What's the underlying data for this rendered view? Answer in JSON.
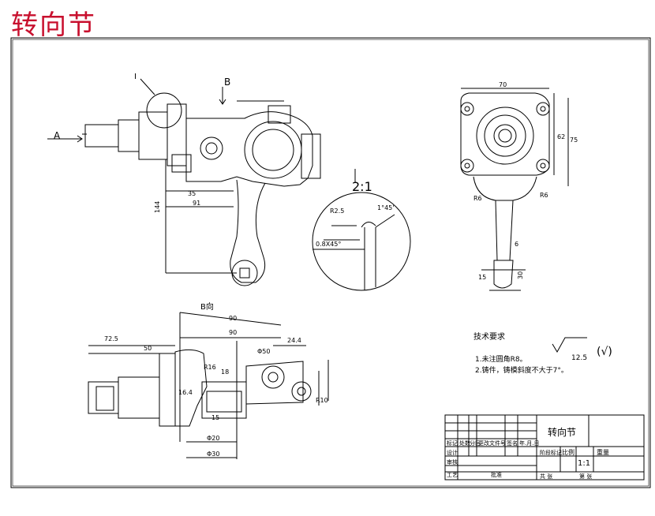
{
  "header": {
    "title": "转向节",
    "title_color": "#c8102e"
  },
  "views": {
    "arrow_a": "A",
    "arrow_b": "B",
    "view_b_label": "B向",
    "section_callout": "I",
    "detail_scale": "2:1"
  },
  "dimensions": {
    "top_70": "70",
    "right_62": "62",
    "right_75": "75",
    "r6_left": "R6",
    "r6_right": "R6",
    "pos_6": "6",
    "dim_35": "35",
    "dim_91": "91",
    "dim_144": "144",
    "dim_72_5": "72.5",
    "dim_50": "50",
    "dim_90": "90",
    "dim_24_4": "24.4",
    "r16": "R16",
    "r10": "R10",
    "r2_5": "R2.5",
    "phi30": "Φ30",
    "phi20": "Φ20",
    "phi50": "Φ50",
    "dim_16_4": "16.4",
    "dim_18": "18",
    "dim_15": "15",
    "chamfer": "1°45'",
    "detail_08": "0.8X45°",
    "dim_15b": "15",
    "dim_30": "30"
  },
  "notes": {
    "heading": "技术要求",
    "item1": "1.未注圆角R8。",
    "item2": "2.铸件，铸模斜度不大于7°。",
    "roughness": "12.5",
    "roughness_check": "(√)"
  },
  "title_block": {
    "part_name": "转向节",
    "scale_label": "比例",
    "scale": "1:1",
    "qty_label": "重量",
    "row_labels": [
      "标记",
      "设计",
      "审核",
      "工艺"
    ],
    "col_labels": [
      "处数",
      "分区",
      "更改文件号",
      "签名",
      "年.月.日"
    ],
    "approve": "批准",
    "sheets": "共 张",
    "sheet_no": "第 张",
    "stage": "阶段标记"
  }
}
